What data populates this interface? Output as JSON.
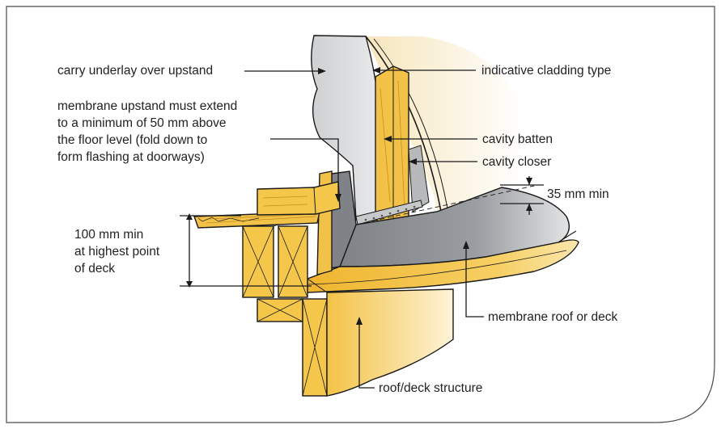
{
  "colors": {
    "timber": "#f4c64a",
    "timber_dark": "#d89a1e",
    "membrane": "#8f9296",
    "membrane_dark": "#6d7074",
    "underlay": "#d9dadc",
    "cladding": "#f6ecd6",
    "ink": "#1a1a1a",
    "frame": "#4a4a4a"
  },
  "labels": {
    "underlay": "carry underlay over upstand",
    "cladding": "indicative cladding type",
    "upstand": [
      "membrane upstand must extend",
      "to a minimum of 50 mm above",
      "the floor level (fold down to",
      "form flashing at doorways)"
    ],
    "batten": "cavity batten",
    "closer": "cavity closer",
    "gap": "35 mm min",
    "deck_height": [
      "100 mm min",
      "at highest point",
      "of deck"
    ],
    "membrane_roof": "membrane roof or deck",
    "structure": "roof/deck structure"
  }
}
